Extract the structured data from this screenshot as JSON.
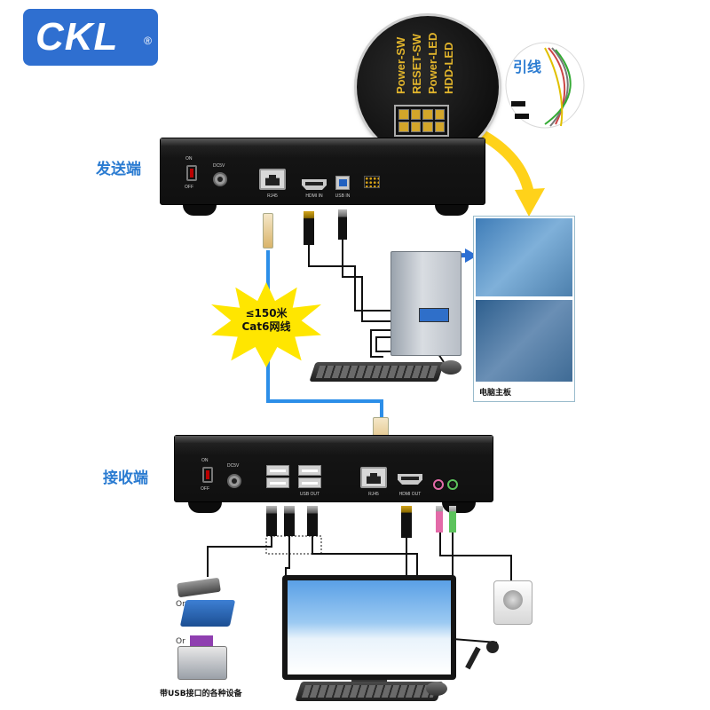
{
  "brand": {
    "name": "CKL",
    "trademark": "®",
    "color": "#2f6fd0"
  },
  "labels": {
    "sender": "发送端",
    "receiver": "接收端",
    "wire": "引线",
    "distance_line1": "≤150米",
    "distance_line2": "Cat6网线",
    "motherboard": "电脑主板",
    "usb_devices": "带USB接口的各种设备",
    "or1": "Or",
    "or2": "Or"
  },
  "front_panel_pins": [
    "Power-SW",
    "RESET-SW",
    "Power-LED",
    "HDD-LED"
  ],
  "sender_ports": {
    "on": "ON",
    "off": "OFF",
    "dc": "DC5V",
    "rj45": "RJ45",
    "hdmi": "HDMI IN",
    "usb": "USB IN"
  },
  "receiver_ports": {
    "on": "ON",
    "off": "OFF",
    "dc": "DC5V",
    "usb_out": "USB OUT",
    "rj45": "RJ45",
    "hdmi": "HDMI OUT"
  },
  "colors": {
    "label_blue": "#2a7bd1",
    "cable_blue": "#2c8ee8",
    "pin_gold": "#e2b52c",
    "star_yellow": "#ffe600",
    "arrow_yellow": "#ffd21a"
  }
}
